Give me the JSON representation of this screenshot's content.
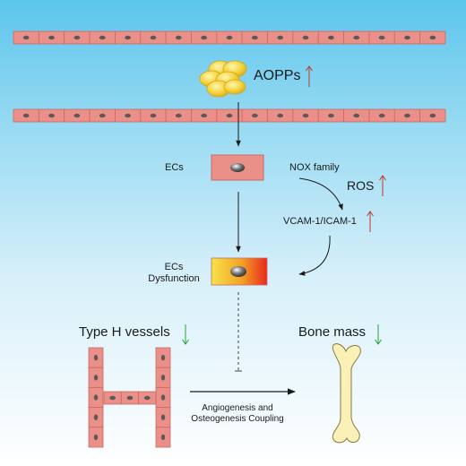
{
  "labels": {
    "aopps": "AOPPs",
    "ecs": "ECs",
    "nox": "NOX family",
    "ros": "ROS",
    "vcam": "VCAM-1/ICAM-1",
    "dys_line1": "ECs",
    "dys_line2": "Dysfunction",
    "type_h": "Type H vessels",
    "bone_mass": "Bone mass",
    "coupling_line1": "Angiogenesis and",
    "coupling_line2": "Osteogenesis Coupling"
  },
  "icons": {
    "up": "up-arrow-icon",
    "down": "down-arrow-icon"
  },
  "colors": {
    "cell_fill": "#eb8f89",
    "cell_stroke": "#c96a63",
    "nucleus": "#5a5a5a",
    "up_arrow": "#c0392b",
    "down_arrow": "#27a33a",
    "aopps_fill": "#f2cc2a",
    "bone_fill": "#fbf0b8",
    "dys_start": "#f5e34a",
    "dys_end": "#e8281e"
  }
}
